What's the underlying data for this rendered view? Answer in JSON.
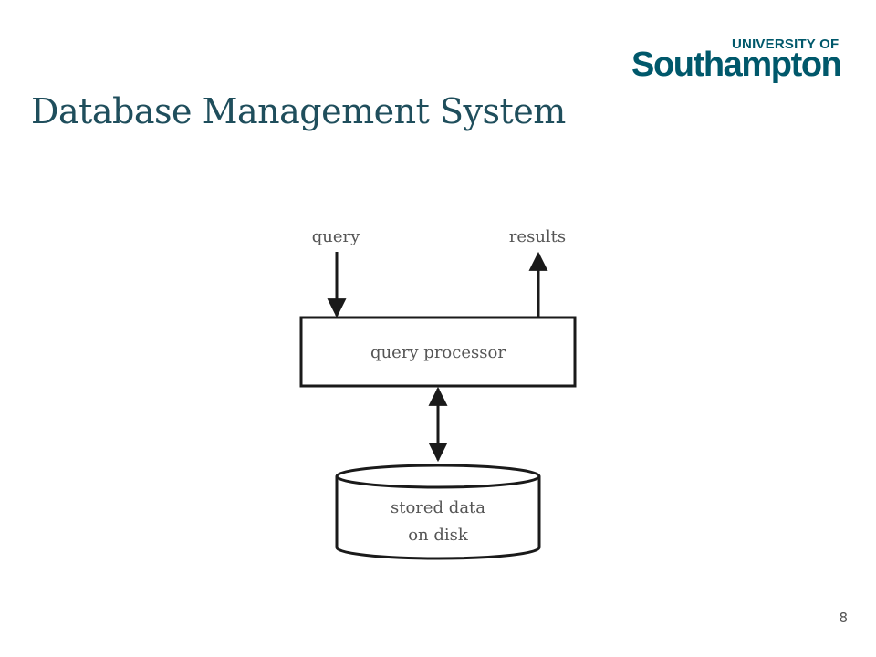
{
  "slide": {
    "title": "Database Management System",
    "page_number": "8"
  },
  "logo": {
    "line1": "UNIVERSITY OF",
    "line2": "Southampton"
  },
  "diagram": {
    "input_label": "query",
    "output_label": "results",
    "processor_label": "query processor",
    "storage_label_line1": "stored data",
    "storage_label_line2": "on disk"
  },
  "colors": {
    "title": "#1f4e5c",
    "brand": "#00586b",
    "stroke": "#1a1a1a",
    "label": "#555555"
  }
}
